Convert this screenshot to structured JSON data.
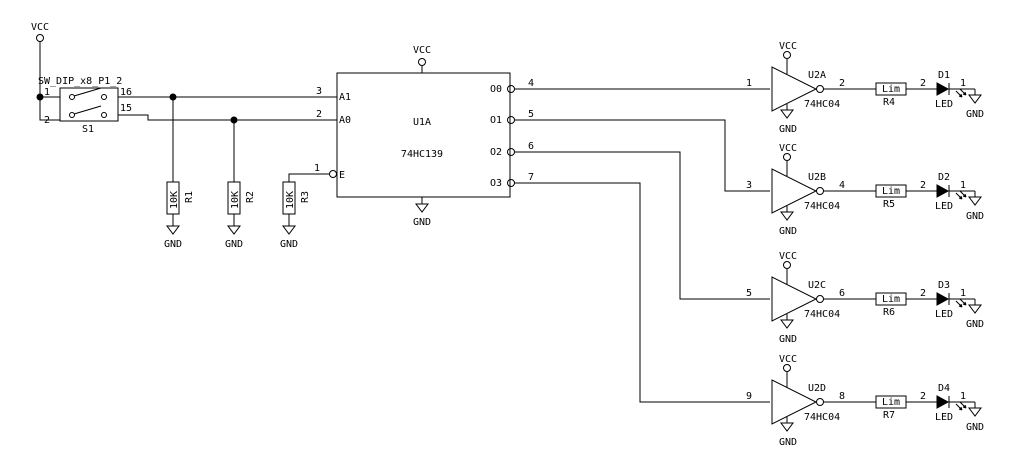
{
  "labels": {
    "vcc": "VCC",
    "gnd": "GND",
    "switch": {
      "part": "SW_DIP_x8_P1_2",
      "ref": "S1",
      "pins": [
        "1",
        "2",
        "16",
        "15"
      ]
    },
    "resistors": [
      {
        "ref": "R1",
        "value": "10K"
      },
      {
        "ref": "R2",
        "value": "10K"
      },
      {
        "ref": "R3",
        "value": "10K"
      }
    ],
    "decoder": {
      "ref": "U1A",
      "part": "74HC139",
      "inputs": [
        {
          "name": "A1",
          "pin": "3"
        },
        {
          "name": "A0",
          "pin": "2"
        },
        {
          "name": "E",
          "pin": "1"
        }
      ],
      "outputs": [
        {
          "name": "O0",
          "pin": "4"
        },
        {
          "name": "O1",
          "pin": "5"
        },
        {
          "name": "O2",
          "pin": "6"
        },
        {
          "name": "O3",
          "pin": "7"
        }
      ]
    },
    "inverters": [
      {
        "ref": "U2A",
        "part": "74HC04",
        "in_pin": "1",
        "out_pin": "2"
      },
      {
        "ref": "U2B",
        "part": "74HC04",
        "in_pin": "3",
        "out_pin": "4"
      },
      {
        "ref": "U2C",
        "part": "74HC04",
        "in_pin": "5",
        "out_pin": "6"
      },
      {
        "ref": "U2D",
        "part": "74HC04",
        "in_pin": "9",
        "out_pin": "8"
      }
    ],
    "limit_resistors": [
      {
        "ref": "R4",
        "value": "Lim"
      },
      {
        "ref": "R5",
        "value": "Lim"
      },
      {
        "ref": "R6",
        "value": "Lim"
      },
      {
        "ref": "R7",
        "value": "Lim"
      }
    ],
    "leds": [
      {
        "ref": "D1",
        "part": "LED",
        "pin_a": "2",
        "pin_k": "1"
      },
      {
        "ref": "D2",
        "part": "LED",
        "pin_a": "2",
        "pin_k": "1"
      },
      {
        "ref": "D3",
        "part": "LED",
        "pin_a": "2",
        "pin_k": "1"
      },
      {
        "ref": "D4",
        "part": "LED",
        "pin_a": "2",
        "pin_k": "1"
      }
    ]
  }
}
